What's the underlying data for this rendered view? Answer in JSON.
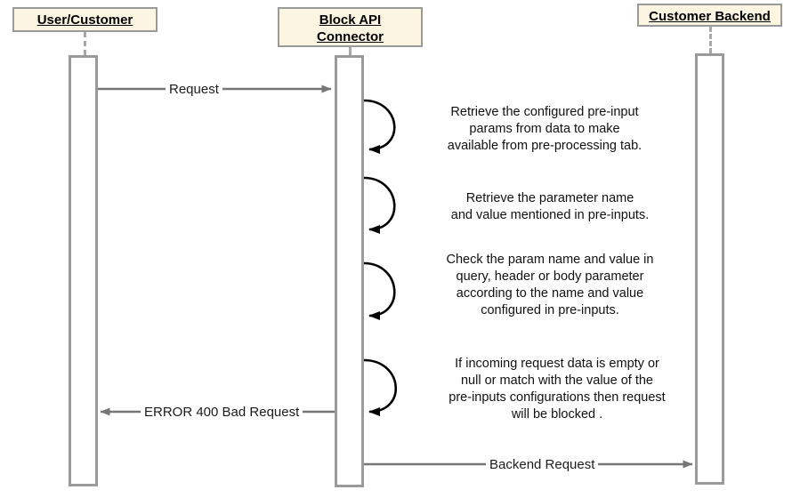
{
  "diagram": {
    "type": "uml-sequence-diagram",
    "colors": {
      "header_fill": "#fcf5e1",
      "header_border": "#9a9a9a",
      "lifeline": "#a8a8a8",
      "activation_border": "#9a9a9a",
      "message_arrow": "#767676",
      "self_message_arrow": "#000000",
      "text": "#111111",
      "background": "#ffffff"
    },
    "lifelines": [
      {
        "id": "user",
        "label": "User/Customer"
      },
      {
        "id": "connector",
        "label_line1": "Block API",
        "label_line2": "Connector"
      },
      {
        "id": "backend",
        "label": "Customer Backend"
      }
    ],
    "messages": [
      {
        "id": "request",
        "label": "Request",
        "from": "user",
        "to": "connector",
        "direction": "right"
      },
      {
        "id": "error400",
        "label": "ERROR 400 Bad Request",
        "from": "connector",
        "to": "user",
        "direction": "left"
      },
      {
        "id": "backend-request",
        "label": "Backend Request",
        "from": "connector",
        "to": "backend",
        "direction": "right"
      }
    ],
    "self_messages": [
      {
        "id": "self-1",
        "lines": [
          "Retrieve the configured pre-input",
          "params from data to make",
          "available from pre-processing tab."
        ]
      },
      {
        "id": "self-2",
        "lines": [
          "Retrieve the parameter name",
          "and value mentioned in pre-inputs."
        ]
      },
      {
        "id": "self-3",
        "lines": [
          "Check the param name and value in",
          "query, header or body parameter",
          "according to the name and value",
          "configured in pre-inputs."
        ]
      },
      {
        "id": "self-4",
        "lines": [
          "If incoming request data is empty or",
          "null or match with the value of the",
          "pre-inputs configurations then request",
          "will be blocked ."
        ]
      }
    ]
  }
}
